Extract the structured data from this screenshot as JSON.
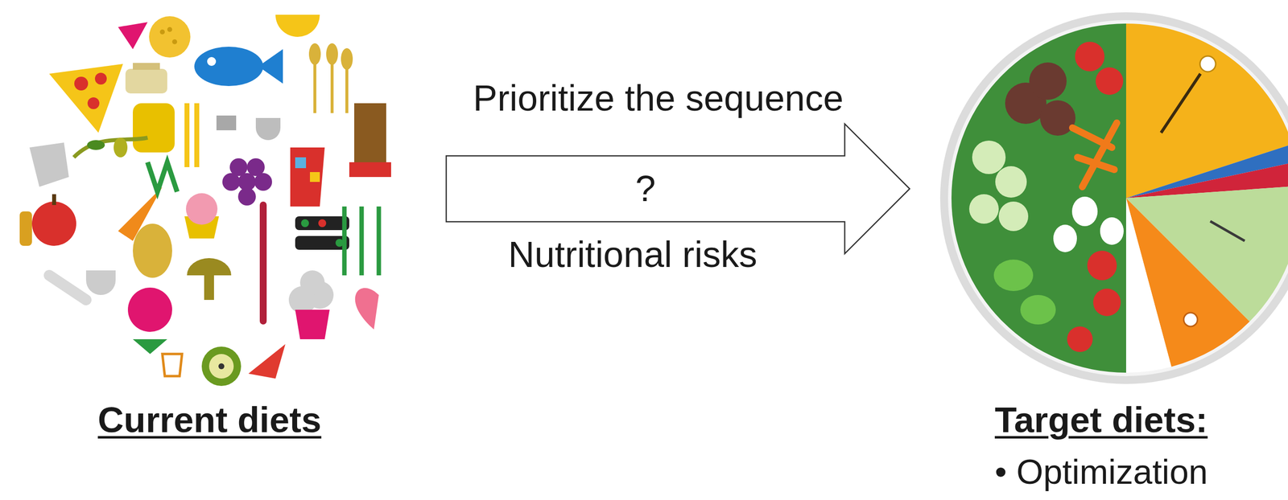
{
  "diagram": {
    "nodes": [
      {
        "text": [
          "Current diets"
        ]
      },
      {
        "text": [
          "Target diets:",
          "• Optimization"
        ]
      }
    ],
    "edges": [
      {
        "from": 0,
        "to": 1,
        "arrow": "to",
        "label": "?"
      }
    ],
    "labels": [
      "Prioritize the sequence",
      "Nutritional risks"
    ]
  }
}
